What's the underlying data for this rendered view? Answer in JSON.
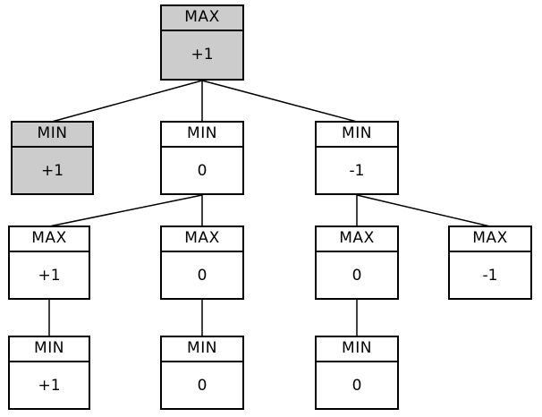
{
  "diagram": {
    "kind": "minimax-game-tree",
    "colors": {
      "background": "#ffffff",
      "node_fill": "#ffffff",
      "highlight_fill": "#cccccc",
      "border": "#000000",
      "edge": "#000000",
      "text": "#000000"
    },
    "nodes": [
      {
        "id": "root",
        "type": "MAX",
        "value": "+1",
        "highlighted": true
      },
      {
        "id": "l2-1",
        "type": "MIN",
        "value": "+1",
        "highlighted": true
      },
      {
        "id": "l2-2",
        "type": "MIN",
        "value": "0",
        "highlighted": false
      },
      {
        "id": "l2-3",
        "type": "MIN",
        "value": "-1",
        "highlighted": false
      },
      {
        "id": "l3-1",
        "type": "MAX",
        "value": "+1",
        "highlighted": false
      },
      {
        "id": "l3-2",
        "type": "MAX",
        "value": "0",
        "highlighted": false
      },
      {
        "id": "l3-3",
        "type": "MAX",
        "value": "0",
        "highlighted": false
      },
      {
        "id": "l3-4",
        "type": "MAX",
        "value": "-1",
        "highlighted": false
      },
      {
        "id": "l4-1",
        "type": "MIN",
        "value": "+1",
        "highlighted": false
      },
      {
        "id": "l4-2",
        "type": "MIN",
        "value": "0",
        "highlighted": false
      },
      {
        "id": "l4-3",
        "type": "MIN",
        "value": "0",
        "highlighted": false
      }
    ],
    "edges": [
      {
        "from": "root",
        "to": "l2-1"
      },
      {
        "from": "root",
        "to": "l2-2"
      },
      {
        "from": "root",
        "to": "l2-3"
      },
      {
        "from": "l2-2",
        "to": "l3-1"
      },
      {
        "from": "l2-2",
        "to": "l3-2"
      },
      {
        "from": "l2-3",
        "to": "l3-3"
      },
      {
        "from": "l2-3",
        "to": "l3-4"
      },
      {
        "from": "l3-1",
        "to": "l4-1"
      },
      {
        "from": "l3-2",
        "to": "l4-2"
      },
      {
        "from": "l3-3",
        "to": "l4-3"
      }
    ]
  }
}
